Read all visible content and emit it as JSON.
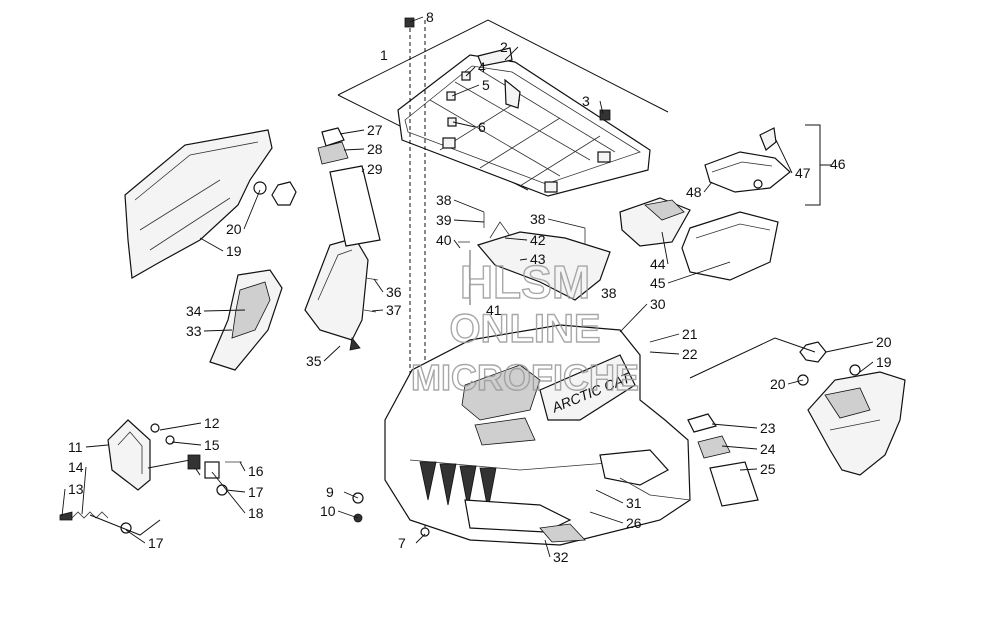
{
  "watermark": {
    "line1": "HLSM",
    "line2": "ONLINE",
    "line3": "MICROFICHE"
  },
  "parts": [
    {
      "id": "p1",
      "label": "1"
    },
    {
      "id": "p2",
      "label": "2"
    },
    {
      "id": "p3",
      "label": "3"
    },
    {
      "id": "p4",
      "label": "4"
    },
    {
      "id": "p5",
      "label": "5"
    },
    {
      "id": "p6",
      "label": "6"
    },
    {
      "id": "p7",
      "label": "7"
    },
    {
      "id": "p8",
      "label": "8"
    },
    {
      "id": "p9",
      "label": "9"
    },
    {
      "id": "p10",
      "label": "10"
    },
    {
      "id": "p11",
      "label": "11"
    },
    {
      "id": "p12",
      "label": "12"
    },
    {
      "id": "p13",
      "label": "13"
    },
    {
      "id": "p14",
      "label": "14"
    },
    {
      "id": "p15",
      "label": "15"
    },
    {
      "id": "p16",
      "label": "16"
    },
    {
      "id": "p17a",
      "label": "17"
    },
    {
      "id": "p17b",
      "label": "17"
    },
    {
      "id": "p18",
      "label": "18"
    },
    {
      "id": "p19a",
      "label": "19"
    },
    {
      "id": "p19b",
      "label": "19"
    },
    {
      "id": "p20a",
      "label": "20"
    },
    {
      "id": "p20b",
      "label": "20"
    },
    {
      "id": "p20c",
      "label": "20"
    },
    {
      "id": "p21",
      "label": "21"
    },
    {
      "id": "p22",
      "label": "22"
    },
    {
      "id": "p23",
      "label": "23"
    },
    {
      "id": "p24",
      "label": "24"
    },
    {
      "id": "p25",
      "label": "25"
    },
    {
      "id": "p26",
      "label": "26"
    },
    {
      "id": "p27",
      "label": "27"
    },
    {
      "id": "p28",
      "label": "28"
    },
    {
      "id": "p29",
      "label": "29"
    },
    {
      "id": "p30",
      "label": "30"
    },
    {
      "id": "p31",
      "label": "31"
    },
    {
      "id": "p32",
      "label": "32"
    },
    {
      "id": "p33",
      "label": "33"
    },
    {
      "id": "p34",
      "label": "34"
    },
    {
      "id": "p35",
      "label": "35"
    },
    {
      "id": "p36",
      "label": "36"
    },
    {
      "id": "p37",
      "label": "37"
    },
    {
      "id": "p38a",
      "label": "38"
    },
    {
      "id": "p38b",
      "label": "38"
    },
    {
      "id": "p38c",
      "label": "38"
    },
    {
      "id": "p39",
      "label": "39"
    },
    {
      "id": "p40",
      "label": "40"
    },
    {
      "id": "p41",
      "label": "41"
    },
    {
      "id": "p42",
      "label": "42"
    },
    {
      "id": "p43",
      "label": "43"
    },
    {
      "id": "p44",
      "label": "44"
    },
    {
      "id": "p45",
      "label": "45"
    },
    {
      "id": "p46",
      "label": "46"
    },
    {
      "id": "p47",
      "label": "47"
    },
    {
      "id": "p48",
      "label": "48"
    }
  ],
  "decals": {
    "hood_logo": "ARCTIC CAT"
  }
}
